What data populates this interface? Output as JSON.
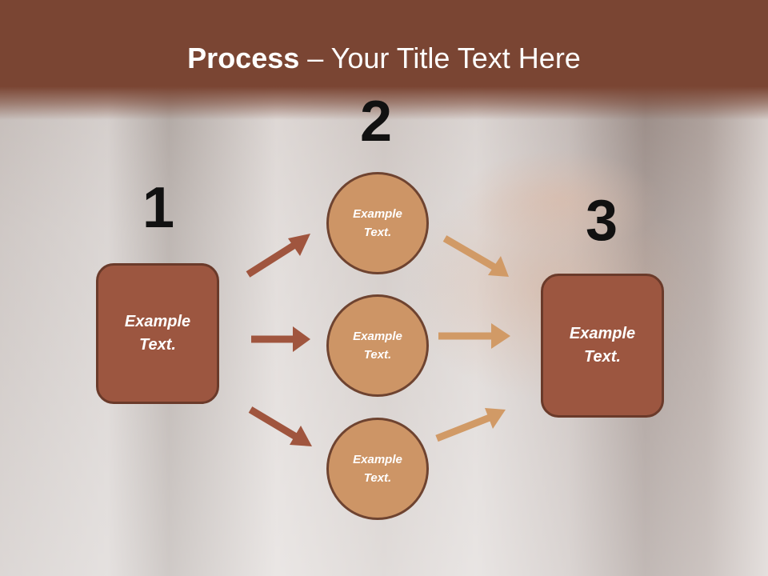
{
  "title": {
    "bold": "Process",
    "rest": " – Your Title Text Here"
  },
  "steps": {
    "one": "1",
    "two": "2",
    "three": "3"
  },
  "left_box": {
    "text": "Example Text."
  },
  "right_box": {
    "text": "Example Text."
  },
  "circles": [
    {
      "text": "Example Text."
    },
    {
      "text": "Example Text."
    },
    {
      "text": "Example Text."
    }
  ],
  "colors": {
    "header": "#7a4533",
    "box_fill": "#9c5640",
    "circle_fill": "#cd9566",
    "arrow_dark": "#a0553e",
    "arrow_light": "#d19a66"
  }
}
